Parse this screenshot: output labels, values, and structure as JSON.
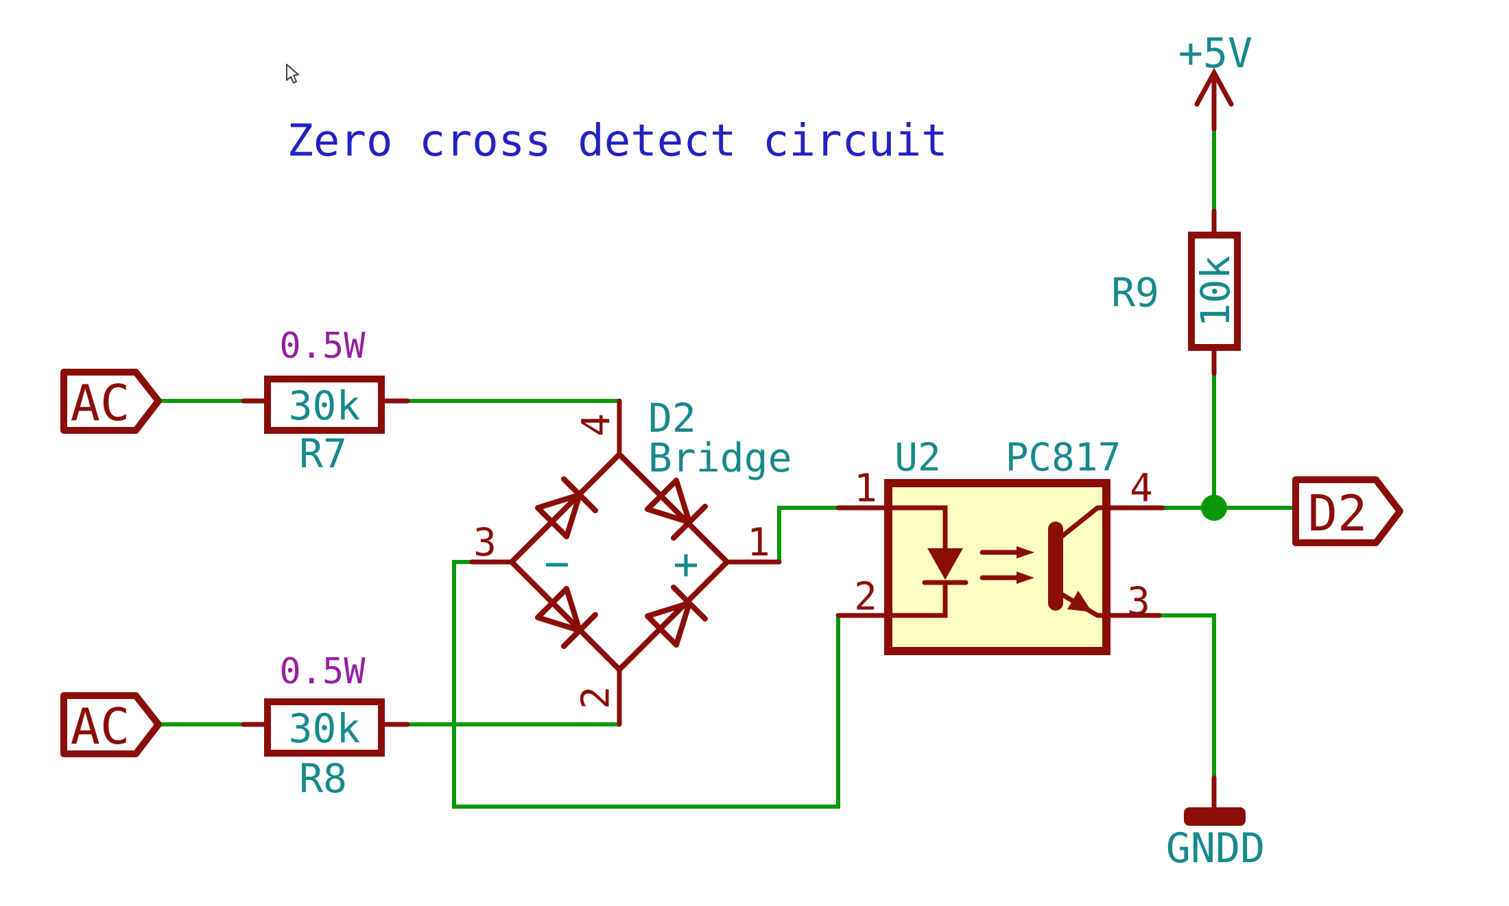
{
  "title": {
    "text": "Zero cross detect circuit"
  },
  "colors": {
    "outline": "#8A0D07",
    "wire": "#0B9808",
    "fields": "#17898D",
    "wattage": "#9420A0",
    "notes": "#2222C4",
    "component_fill": "#FFFFC2",
    "background": "#FFFFFF"
  },
  "ports": {
    "ac_top": "AC",
    "ac_bottom": "AC",
    "output": "D2"
  },
  "power": {
    "plus5v": "+5V",
    "gndd": "GNDD"
  },
  "components": {
    "r7": {
      "reference": "R7",
      "value": "30k",
      "wattage": "0.5W"
    },
    "r8": {
      "reference": "R8",
      "value": "30k",
      "wattage": "0.5W"
    },
    "r9": {
      "reference": "R9",
      "value": "10k"
    },
    "d2_bridge": {
      "reference": "D2",
      "value": "Bridge",
      "pin_numbers": [
        "1",
        "2",
        "3",
        "4"
      ],
      "polarity_plus": "+",
      "polarity_minus": "−"
    },
    "u2_opto": {
      "reference": "U2",
      "value": "PC817",
      "pin_numbers": [
        "1",
        "2",
        "3",
        "4"
      ]
    }
  }
}
